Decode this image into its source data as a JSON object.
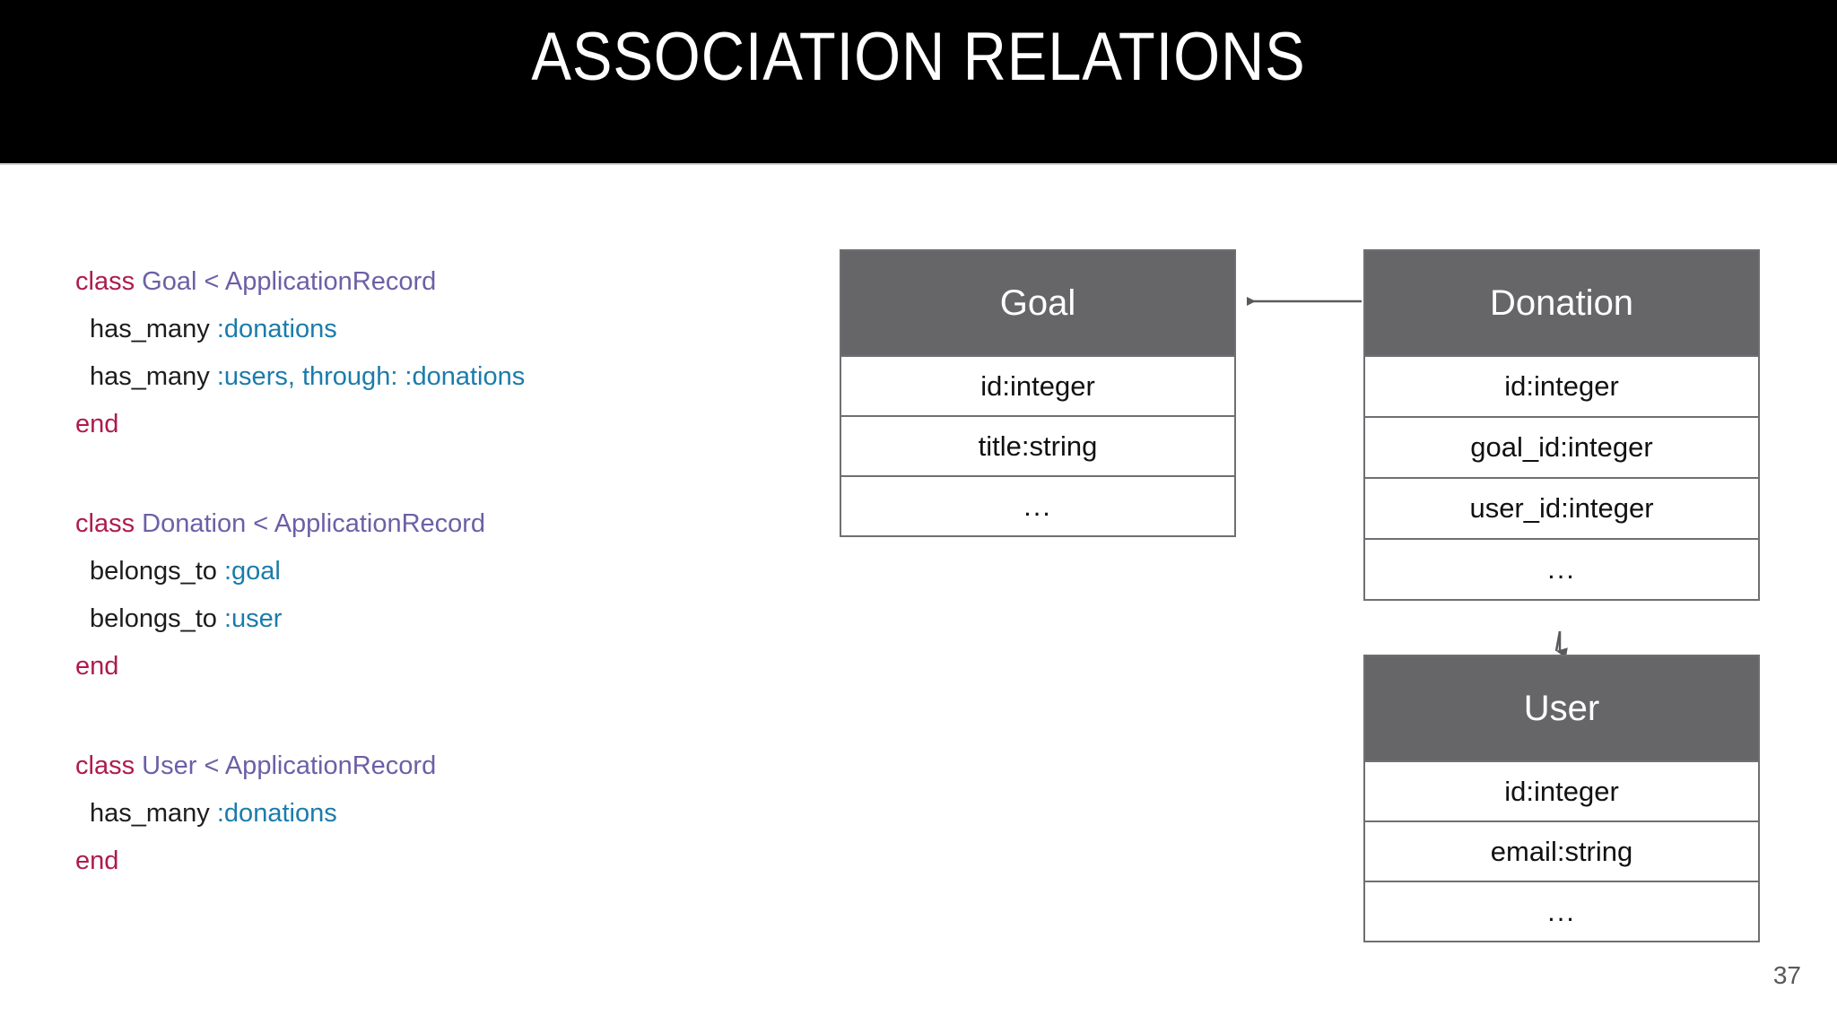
{
  "slide": {
    "title": "ASSOCIATION RELATIONS",
    "page_number": "37",
    "background_color": "#ffffff",
    "title_band_color": "#000000",
    "title_text_color": "#ffffff"
  },
  "theme": {
    "keyword_color": "#ae1b4e",
    "class_name_color": "#6d5fa6",
    "symbol_color": "#1a7cab",
    "method_color": "#1d1d1d",
    "table_header_bg": "#666668",
    "table_border": "#6f6f73",
    "arrow_color": "#5a5a5e",
    "page_number_color": "#58585b"
  },
  "code": {
    "language": "ruby",
    "blocks": [
      {
        "name": "goal-model",
        "lines": [
          {
            "indent": false,
            "tokens": [
              {
                "type": "keyword",
                "text": "class"
              },
              {
                "type": "plain",
                "text": " "
              },
              {
                "type": "class_name",
                "text": "Goal"
              },
              {
                "type": "plain",
                "text": " "
              },
              {
                "type": "operator",
                "text": "<"
              },
              {
                "type": "plain",
                "text": " "
              },
              {
                "type": "class_name",
                "text": "ApplicationRecord"
              }
            ]
          },
          {
            "indent": true,
            "tokens": [
              {
                "type": "method",
                "text": "has_many"
              },
              {
                "type": "plain",
                "text": " "
              },
              {
                "type": "symbol",
                "text": ":donations"
              }
            ]
          },
          {
            "indent": true,
            "tokens": [
              {
                "type": "method",
                "text": "has_many"
              },
              {
                "type": "plain",
                "text": " "
              },
              {
                "type": "symbol",
                "text": ":users, through: :donations"
              }
            ]
          },
          {
            "indent": false,
            "tokens": [
              {
                "type": "keyword",
                "text": "end"
              }
            ]
          }
        ]
      },
      {
        "name": "donation-model",
        "lines": [
          {
            "indent": false,
            "tokens": [
              {
                "type": "keyword",
                "text": "class"
              },
              {
                "type": "plain",
                "text": " "
              },
              {
                "type": "class_name",
                "text": "Donation"
              },
              {
                "type": "plain",
                "text": " "
              },
              {
                "type": "operator",
                "text": "<"
              },
              {
                "type": "plain",
                "text": " "
              },
              {
                "type": "class_name",
                "text": "ApplicationRecord"
              }
            ]
          },
          {
            "indent": true,
            "tokens": [
              {
                "type": "method",
                "text": "belongs_to"
              },
              {
                "type": "plain",
                "text": " "
              },
              {
                "type": "symbol",
                "text": ":goal"
              }
            ]
          },
          {
            "indent": true,
            "tokens": [
              {
                "type": "method",
                "text": "belongs_to"
              },
              {
                "type": "plain",
                "text": " "
              },
              {
                "type": "symbol",
                "text": ":user"
              }
            ]
          },
          {
            "indent": false,
            "tokens": [
              {
                "type": "keyword",
                "text": "end"
              }
            ]
          }
        ]
      },
      {
        "name": "user-model",
        "lines": [
          {
            "indent": false,
            "tokens": [
              {
                "type": "keyword",
                "text": "class"
              },
              {
                "type": "plain",
                "text": " "
              },
              {
                "type": "class_name",
                "text": "User"
              },
              {
                "type": "plain",
                "text": " "
              },
              {
                "type": "operator",
                "text": "<"
              },
              {
                "type": "plain",
                "text": " "
              },
              {
                "type": "class_name",
                "text": "ApplicationRecord"
              }
            ]
          },
          {
            "indent": true,
            "tokens": [
              {
                "type": "method",
                "text": "has_many"
              },
              {
                "type": "plain",
                "text": " "
              },
              {
                "type": "symbol",
                "text": ":donations"
              }
            ]
          },
          {
            "indent": false,
            "tokens": [
              {
                "type": "keyword",
                "text": "end"
              }
            ]
          }
        ]
      }
    ]
  },
  "diagram": {
    "type": "entity-relationship",
    "tables": [
      {
        "id": "goal",
        "title": "Goal",
        "rows": [
          "id:integer",
          "title:string",
          "..."
        ]
      },
      {
        "id": "donation",
        "title": "Donation",
        "rows": [
          "id:integer",
          "goal_id:integer",
          "user_id:integer",
          "..."
        ]
      },
      {
        "id": "user",
        "title": "User",
        "rows": [
          "id:integer",
          "email:string",
          "..."
        ]
      }
    ],
    "relations": [
      {
        "id": "donation-to-goal",
        "from": "donation",
        "to": "goal",
        "direction": "left"
      },
      {
        "id": "donation-to-user",
        "from": "donation",
        "to": "user",
        "direction": "down"
      }
    ]
  }
}
